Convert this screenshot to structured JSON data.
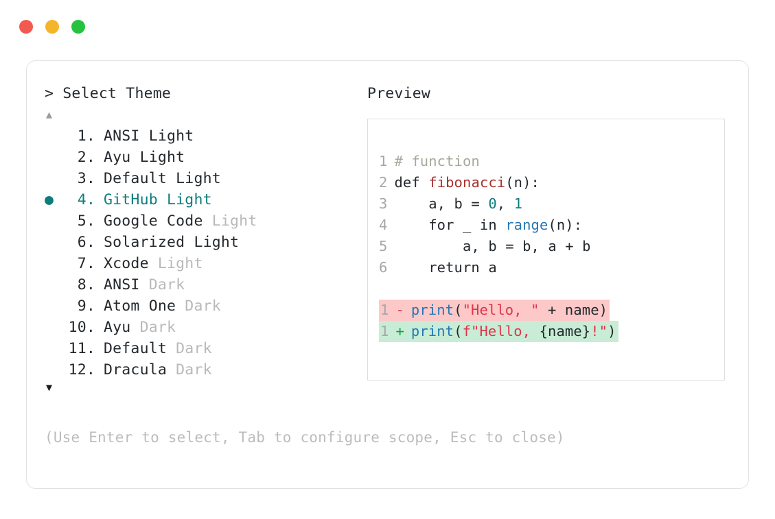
{
  "window": {
    "traffic_lights": [
      {
        "name": "close",
        "color": "#f2594f"
      },
      {
        "name": "minimize",
        "color": "#f5b52a"
      },
      {
        "name": "maximize",
        "color": "#25c23f"
      }
    ]
  },
  "selector": {
    "prompt": "> Select Theme",
    "scroll_up": "▲",
    "scroll_down": "▼",
    "selected_index": 4,
    "bullet": "●",
    "accent_color": "#0e7c7b",
    "items": [
      {
        "number": "1.",
        "name": "ANSI Light",
        "variant": "",
        "dim_variant": false
      },
      {
        "number": "2.",
        "name": "Ayu Light",
        "variant": "",
        "dim_variant": false
      },
      {
        "number": "3.",
        "name": "Default Light",
        "variant": "",
        "dim_variant": false
      },
      {
        "number": "4.",
        "name": "GitHub Light",
        "variant": "",
        "dim_variant": false
      },
      {
        "number": "5.",
        "name": "Google Code",
        "variant": "Light",
        "dim_variant": true
      },
      {
        "number": "6.",
        "name": "Solarized Light",
        "variant": "",
        "dim_variant": false
      },
      {
        "number": "7.",
        "name": "Xcode",
        "variant": "Light",
        "dim_variant": true
      },
      {
        "number": "8.",
        "name": "ANSI",
        "variant": "Dark",
        "dim_variant": true
      },
      {
        "number": "9.",
        "name": "Atom One",
        "variant": "Dark",
        "dim_variant": true
      },
      {
        "number": "10.",
        "name": "Ayu",
        "variant": "Dark",
        "dim_variant": true
      },
      {
        "number": "11.",
        "name": "Default",
        "variant": "Dark",
        "dim_variant": true
      },
      {
        "number": "12.",
        "name": "Dracula",
        "variant": "Dark",
        "dim_variant": true
      }
    ]
  },
  "preview": {
    "label": "Preview",
    "code_lines": [
      {
        "ln": "1",
        "tokens": [
          {
            "t": "# function",
            "c": "t-comment"
          }
        ]
      },
      {
        "ln": "2",
        "tokens": [
          {
            "t": "def ",
            "c": "t-plain"
          },
          {
            "t": "fibonacci",
            "c": "t-func"
          },
          {
            "t": "(n):",
            "c": "t-plain"
          }
        ]
      },
      {
        "ln": "3",
        "tokens": [
          {
            "t": "    a, b = ",
            "c": "t-plain"
          },
          {
            "t": "0",
            "c": "t-num"
          },
          {
            "t": ", ",
            "c": "t-plain"
          },
          {
            "t": "1",
            "c": "t-num"
          }
        ]
      },
      {
        "ln": "4",
        "tokens": [
          {
            "t": "    for _ in ",
            "c": "t-plain"
          },
          {
            "t": "range",
            "c": "t-builtin"
          },
          {
            "t": "(n):",
            "c": "t-plain"
          }
        ]
      },
      {
        "ln": "5",
        "tokens": [
          {
            "t": "        a, b = b, a + b",
            "c": "t-plain"
          }
        ]
      },
      {
        "ln": "6",
        "tokens": [
          {
            "t": "    return a",
            "c": "t-plain"
          }
        ]
      }
    ],
    "diff_lines": [
      {
        "ln": "1",
        "marker": "-",
        "kind": "del",
        "bg": "#fcc8c8",
        "tokens": [
          {
            "t": "print",
            "c": "t-call"
          },
          {
            "t": "(",
            "c": "t-plain"
          },
          {
            "t": "\"Hello, \"",
            "c": "t-str"
          },
          {
            "t": " + name)",
            "c": "t-plain"
          }
        ]
      },
      {
        "ln": "1",
        "marker": "+",
        "kind": "add",
        "bg": "#c8ecd6",
        "tokens": [
          {
            "t": "print",
            "c": "t-call"
          },
          {
            "t": "(",
            "c": "t-plain"
          },
          {
            "t": "f\"Hello, ",
            "c": "t-str"
          },
          {
            "t": "{name}",
            "c": "t-plain"
          },
          {
            "t": "!\"",
            "c": "t-str"
          },
          {
            "t": ")",
            "c": "t-plain"
          }
        ]
      }
    ]
  },
  "footer": {
    "hint": "(Use Enter to select, Tab to configure scope, Esc to close)"
  }
}
